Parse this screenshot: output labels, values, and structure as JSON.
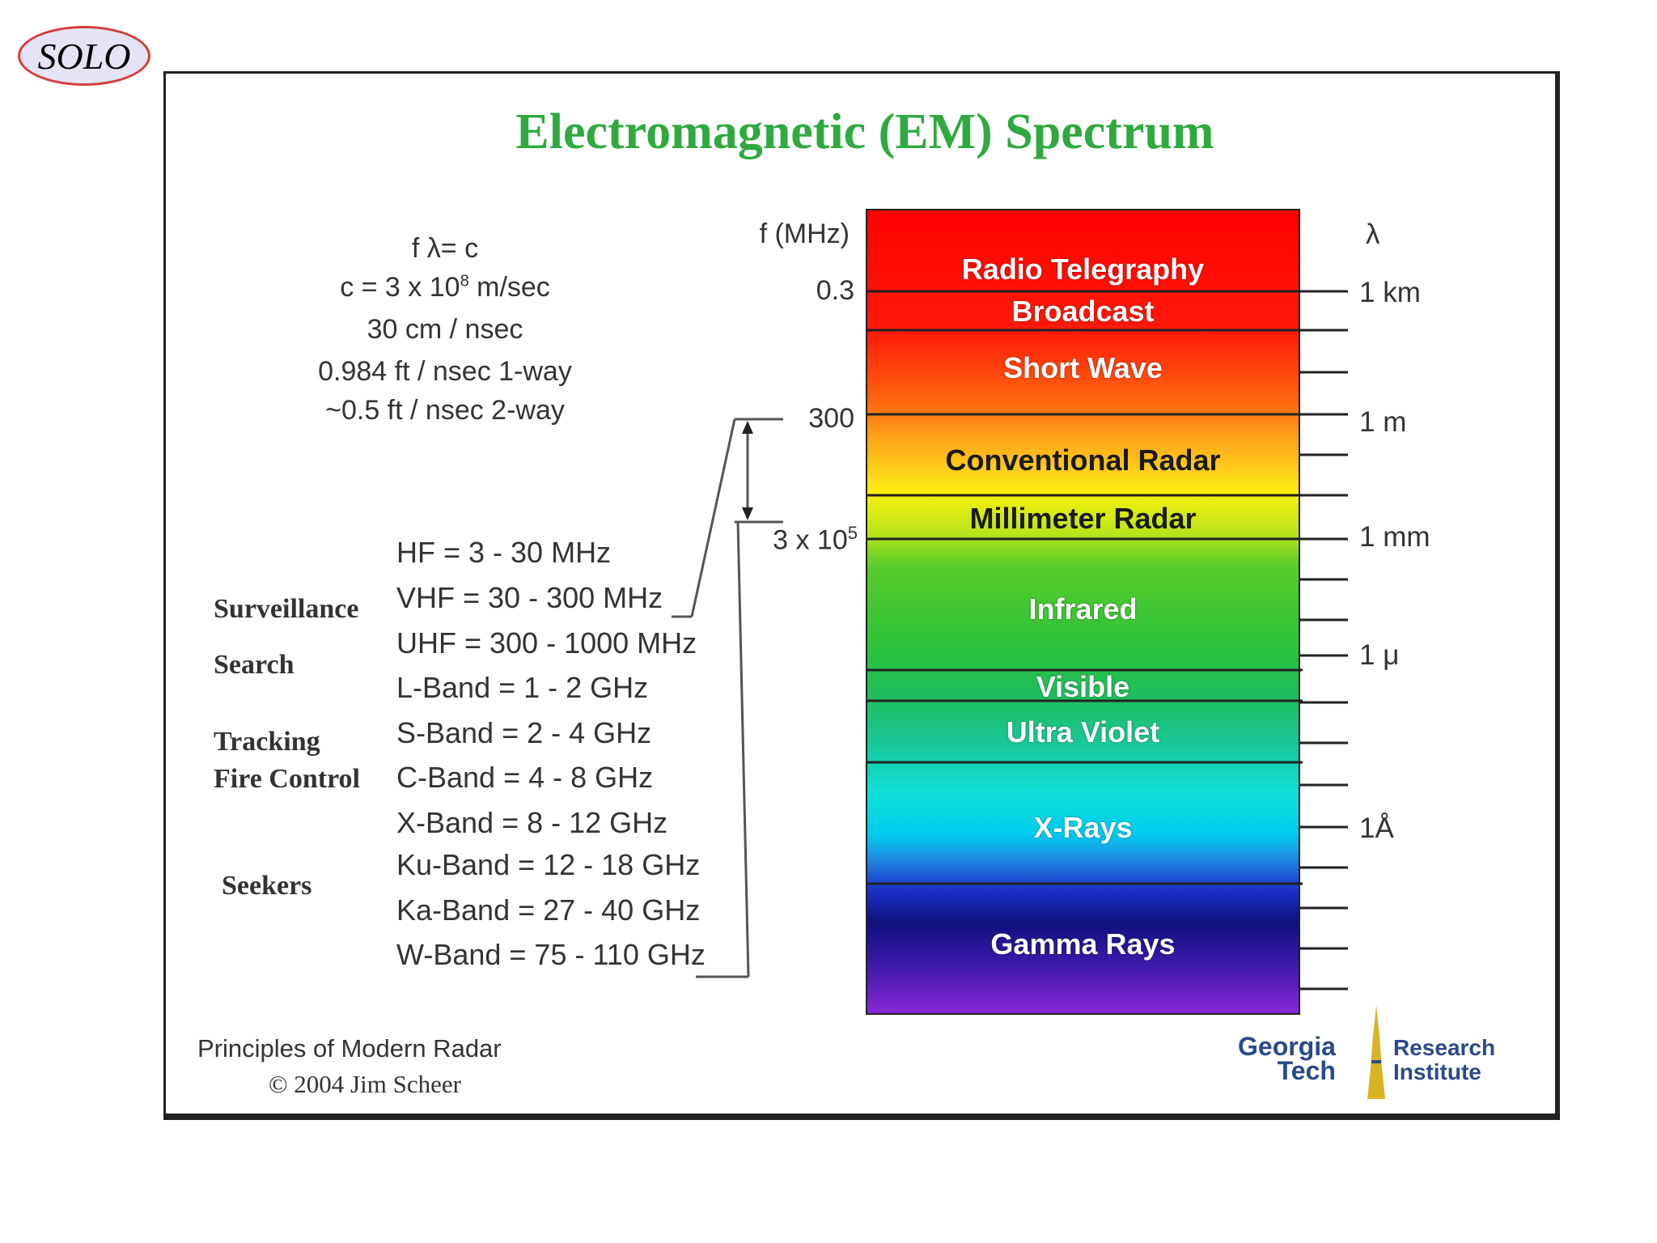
{
  "badge": {
    "label": "SOLO"
  },
  "title": "Electromagnetic (EM) Spectrum",
  "formulas": {
    "line1": "f λ= c",
    "line2_pre": "c = 3 x 10",
    "line2_sup": "8",
    "line2_post": " m/sec",
    "line3": "30 cm / nsec",
    "line4": "0.984 ft / nsec 1-way",
    "line5": "~0.5 ft / nsec 2-way"
  },
  "frequency_axis": {
    "header": "f (MHz)",
    "mark_0_3": "0.3",
    "mark_300": "300",
    "mark_3e5_pre": "3 x 10",
    "mark_3e5_sup": "5"
  },
  "wavelength_axis": {
    "header": "λ",
    "km": "1 km",
    "m": "1 m",
    "mm": "1 mm",
    "micron": "1 μ",
    "angstrom": "1Å"
  },
  "spectrum_bands": [
    "Radio Telegraphy",
    "Broadcast",
    "Short Wave",
    "Conventional Radar",
    "Millimeter Radar",
    "Infrared",
    "Visible",
    "Ultra Violet",
    "X-Rays",
    "Gamma Rays"
  ],
  "radar_bands": [
    "HF = 3 - 30 MHz",
    "VHF = 30 - 300 MHz",
    "UHF = 300 - 1000 MHz",
    "L-Band = 1 - 2 GHz",
    "S-Band = 2 - 4 GHz",
    "C-Band = 4 - 8 GHz",
    "X-Band = 8 - 12 GHz",
    "Ku-Band = 12 - 18 GHz",
    "Ka-Band = 27 - 40 GHz",
    "W-Band = 75 - 110 GHz"
  ],
  "applications": {
    "surveillance": "Surveillance",
    "search": "Search",
    "tracking": "Tracking",
    "fire_control": "Fire Control",
    "seekers": "Seekers"
  },
  "footer": {
    "book": "Principles of Modern Radar",
    "copyright": "© 2004 Jim Scheer"
  },
  "logo": {
    "georgia": "Georgia",
    "tech": "Tech",
    "research": "Research",
    "institute": "Institute"
  },
  "colors": {
    "title": "#2eaa3e",
    "badge_border": "#d93a3a",
    "badge_fill": "#e4e4f4"
  }
}
